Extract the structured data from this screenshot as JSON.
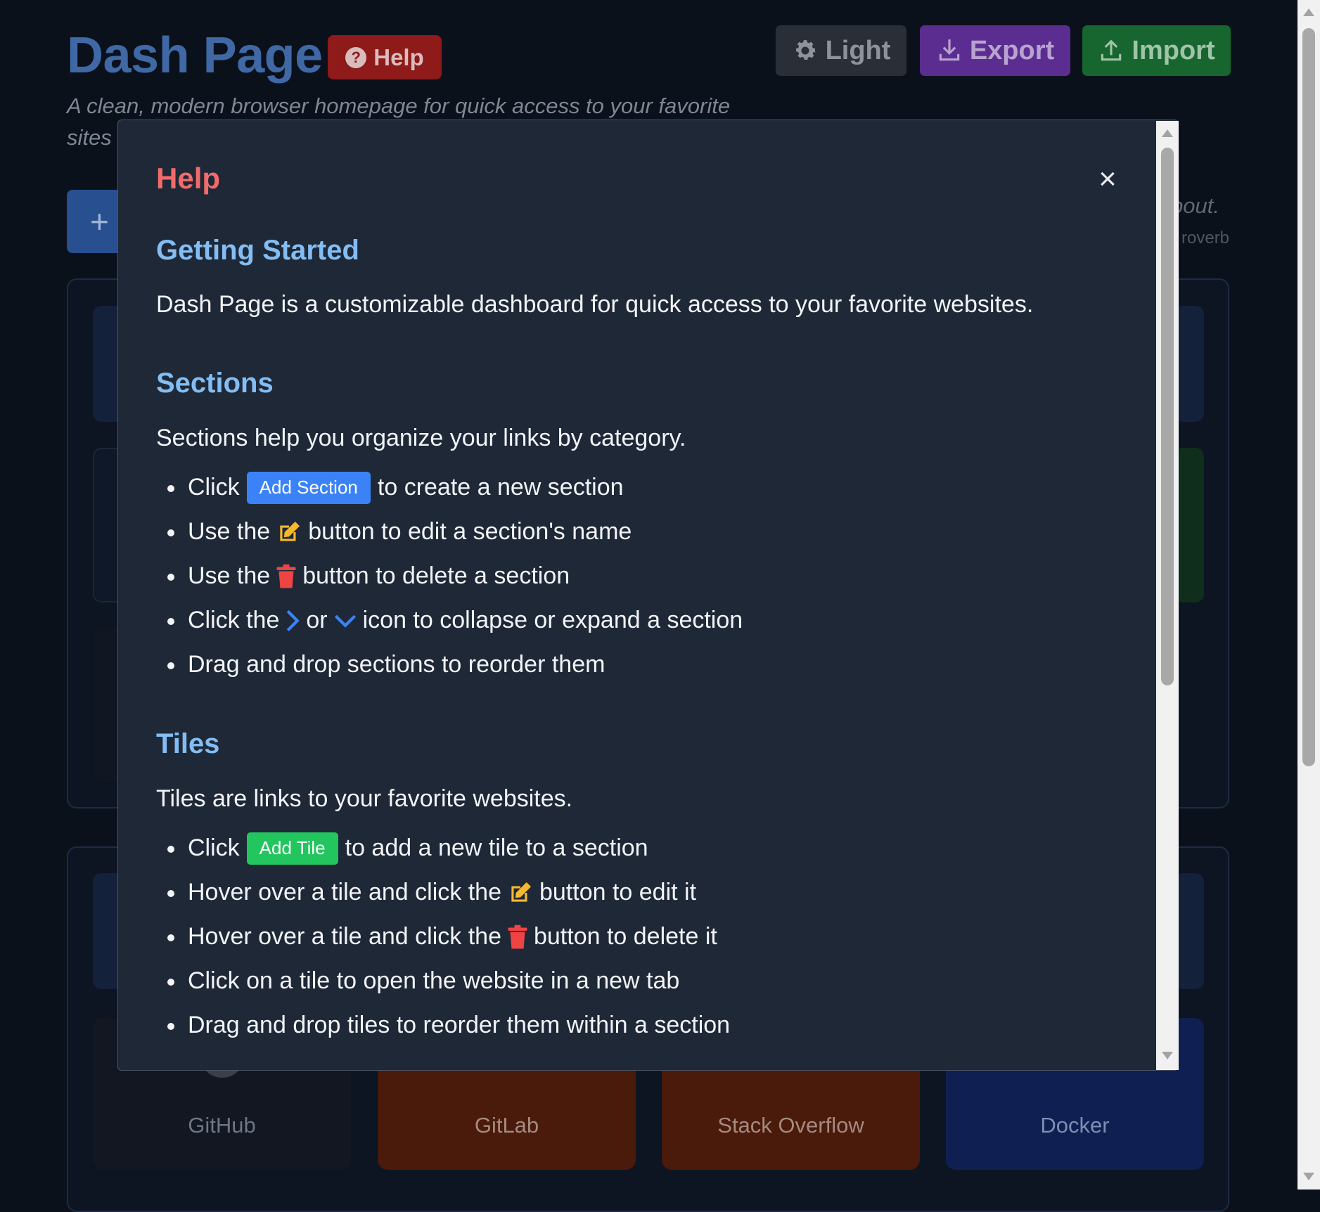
{
  "header": {
    "title": "Dash Page",
    "help_label": "Help",
    "subtitle": "A clean, modern browser homepage for quick access to your favorite sites",
    "light_label": "Light",
    "export_label": "Export",
    "import_label": "Import"
  },
  "background": {
    "add_section_symbol": "+",
    "quote_fragment": "bout.",
    "quote_source_fragment": "roverb",
    "tiles": [
      {
        "label": "GitHub",
        "icon": "github-icon"
      },
      {
        "label": "GitLab",
        "icon": "gitlab-icon"
      },
      {
        "label": "Stack Overflow",
        "icon": "stack-overflow-icon"
      },
      {
        "label": "Docker",
        "icon": "docker-icon"
      }
    ]
  },
  "modal": {
    "title": "Help",
    "close_symbol": "×",
    "getting_started": {
      "heading": "Getting Started",
      "text": "Dash Page is a customizable dashboard for quick access to your favorite websites."
    },
    "sections": {
      "heading": "Sections",
      "text": "Sections help you organize your links by category.",
      "b1_pre": "Click",
      "b1_chip": "Add Section",
      "b1_post": "to create a new section",
      "b2_pre": "Use the",
      "b2_post": "button to edit a section's name",
      "b3_pre": "Use the",
      "b3_post": "button to delete a section",
      "b4_pre": "Click the",
      "b4_mid": "or",
      "b4_post": "icon to collapse or expand a section",
      "b5": "Drag and drop sections to reorder them"
    },
    "tiles": {
      "heading": "Tiles",
      "text": "Tiles are links to your favorite websites.",
      "b1_pre": "Click",
      "b1_chip": "Add Tile",
      "b1_post": "to add a new tile to a section",
      "b2_pre": "Hover over a tile and click the",
      "b2_post": "button to edit it",
      "b3_pre": "Hover over a tile and click the",
      "b3_post": "button to delete it",
      "b4": "Click on a tile to open the website in a new tab",
      "b5": "Drag and drop tiles to reorder them within a section"
    }
  },
  "colors": {
    "accent_blue": "#3b82f6",
    "accent_green": "#22c55e",
    "help_title": "#f26b6b",
    "section_heading": "#83bdf3",
    "edit_icon": "#f5b82e",
    "delete_icon": "#ef4444"
  }
}
